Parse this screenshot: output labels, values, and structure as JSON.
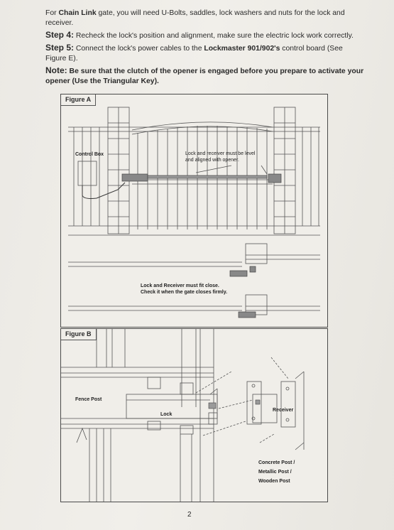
{
  "instructions": {
    "p1_pre": "For ",
    "p1_bold": "Chain Link",
    "p1_post": " gate, you will need U-Bolts, saddles, lock washers and nuts for the lock and receiver.",
    "step4_label": "Step 4:",
    "step4_text": " Recheck the lock's position and alignment, make sure the electric lock work correctly.",
    "step5_label": "Step 5:",
    "step5_pre": " Connect the lock's power cables to the ",
    "step5_bold": "Lockmaster 901/902's",
    "step5_post": " control board (See Figure E).",
    "note_label": "Note:",
    "note_text": " Be sure that the clutch of the opener is engaged before you prepare to activate your opener (Use the Triangular Key)."
  },
  "figure_a": {
    "title": "Figure A",
    "control_box_label": "Control Box",
    "level_label_1": "Lock and receiver must be level",
    "level_label_2": "and aligned with opener.",
    "fit_label_1": "Lock and Receiver must fit close.",
    "fit_label_2": "Check it when the gate closes firmly."
  },
  "figure_b": {
    "title": "Figure B",
    "fence_post_label": "Fence Post",
    "lock_label": "Lock",
    "receiver_label": "Receiver",
    "post_label_1": "Concrete Post /",
    "post_label_2": "Metallic Post /",
    "post_label_3": "Wooden Post"
  },
  "page_number": "2"
}
